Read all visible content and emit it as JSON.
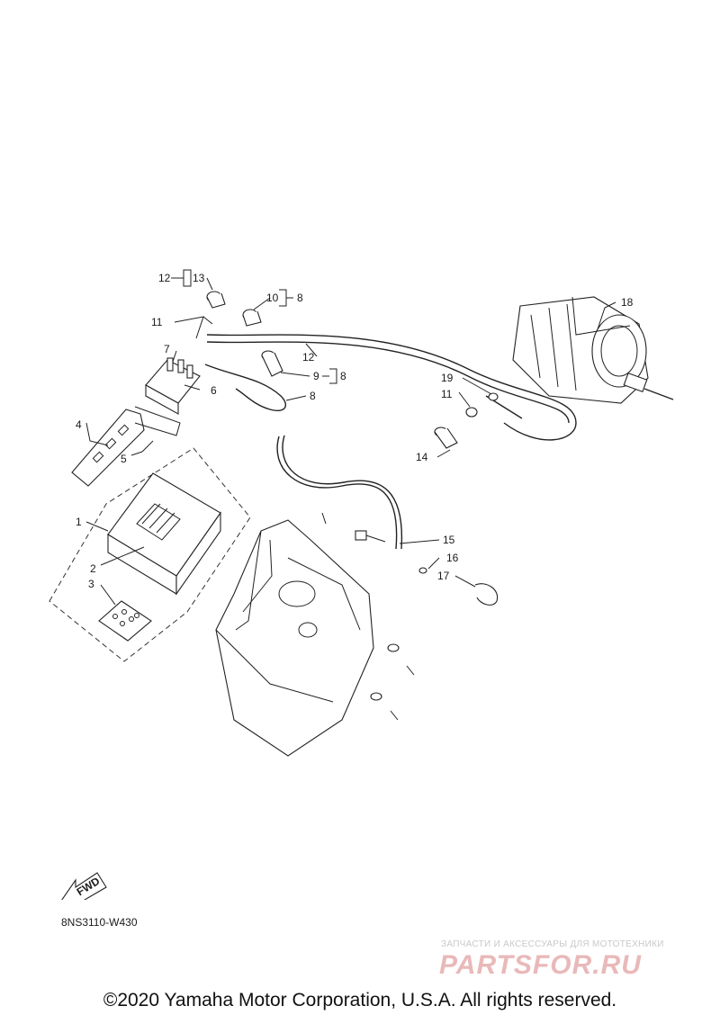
{
  "callouts": {
    "c1": "1",
    "c2": "2",
    "c3": "3",
    "c4": "4",
    "c5": "5",
    "c6": "6",
    "c7": "7",
    "c8a": "8",
    "c8b": "8",
    "c8c": "8",
    "c9": "9",
    "c10": "10",
    "c11a": "11",
    "c11b": "11",
    "c12a": "12",
    "c12b": "12",
    "c13": "13",
    "c14": "14",
    "c15": "15",
    "c16": "16",
    "c17": "17",
    "c18": "18",
    "c19": "19"
  },
  "arrow_label": "FWD",
  "drawing_code": "8NS3110-W430",
  "watermark": {
    "tagline": "ЗАПЧАСТИ И АКСЕССУАРЫ ДЛЯ МОТОТЕХНИКИ",
    "logo": "PARTSFOR.RU"
  },
  "copyright": "©2020 Yamaha Motor Corporation, U.S.A. All rights reserved."
}
